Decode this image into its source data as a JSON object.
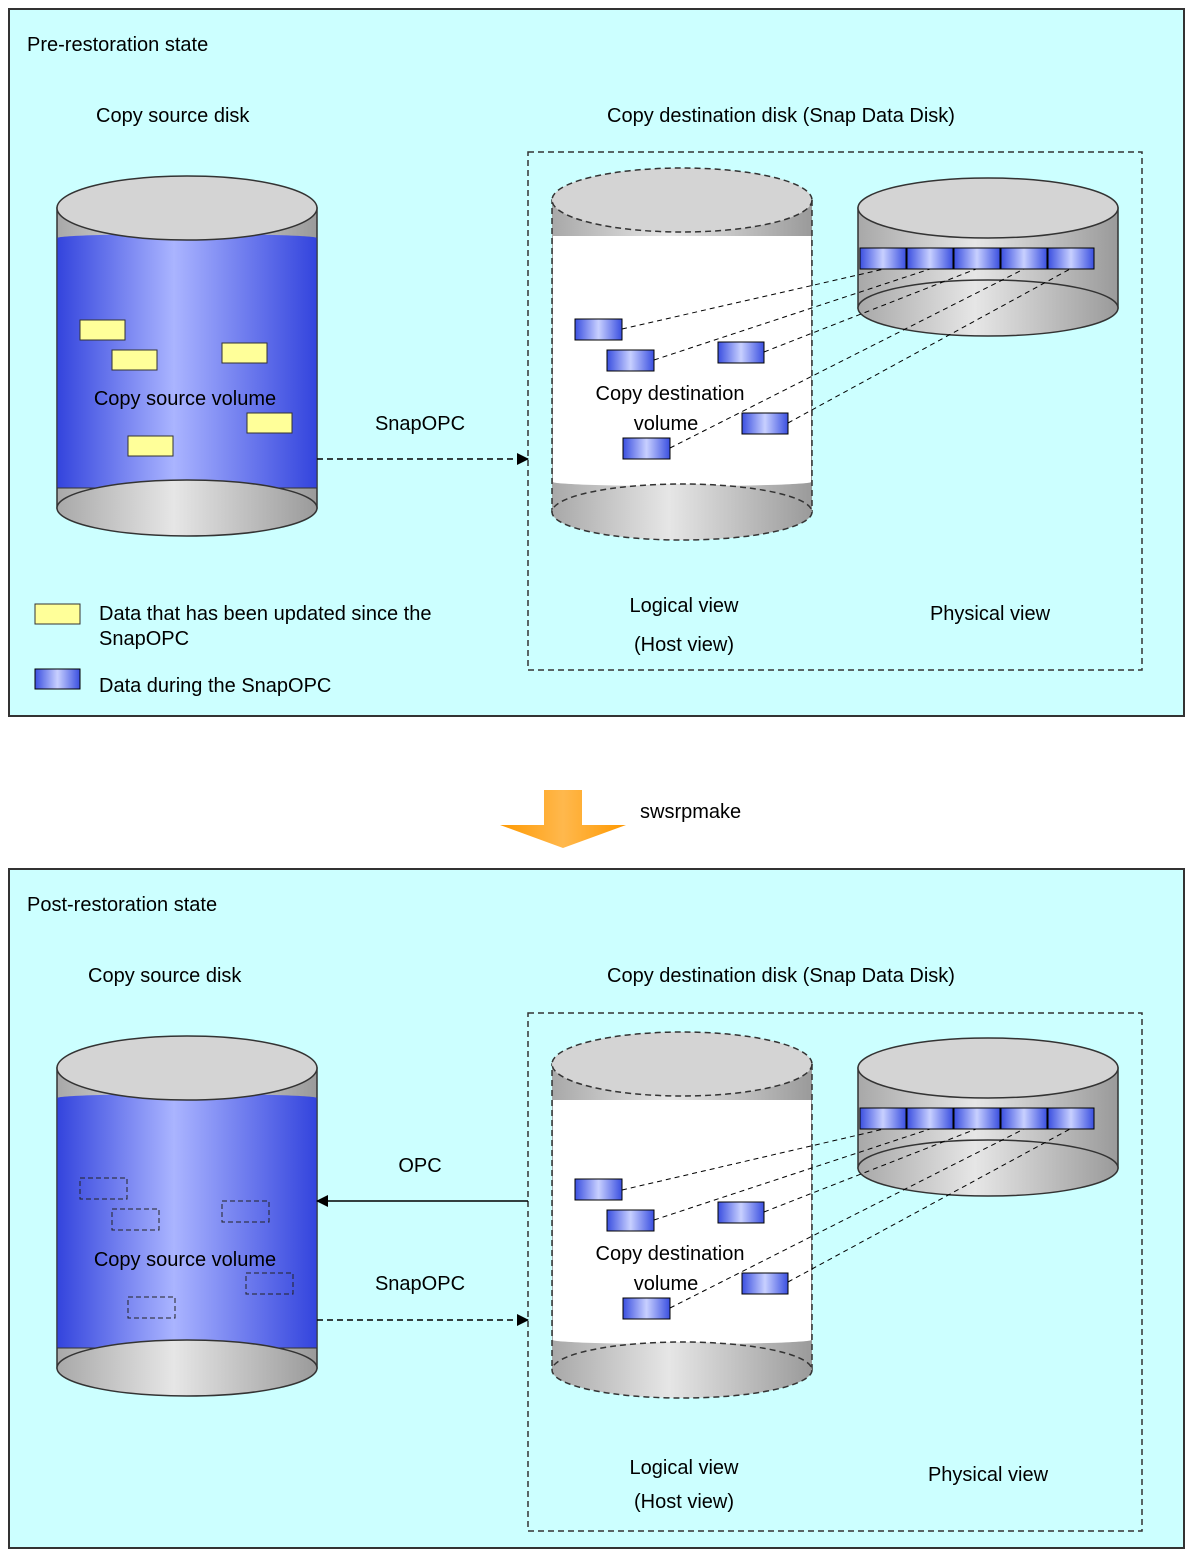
{
  "colors": {
    "panel_bg": "#ccffff",
    "panel_border": "#333333",
    "cylinder_gray": "#c0c0c0",
    "volume_blue": "#4a5ee6",
    "updated_block": "#ffff99",
    "snap_block": "#4f5fd8",
    "arrow_orange": "#ff9900"
  },
  "top_panel": {
    "title": "Pre-restoration state",
    "source_disk_label": "Copy source disk",
    "source_volume_label": "Copy source volume",
    "dest_disk_label": "Copy destination disk (Snap Data Disk)",
    "dest_volume_label_line1": "Copy destination",
    "dest_volume_label_line2": "volume",
    "snapopc_label": "SnapOPC",
    "logical_view_line1": "Logical view",
    "logical_view_line2": "(Host view)",
    "physical_view": "Physical view",
    "legend": {
      "updated_line1": "Data that has been updated since the",
      "updated_line2": "SnapOPC",
      "during": "Data during the SnapOPC"
    }
  },
  "transition": {
    "label": "swsrpmake",
    "icon": "down-arrow-icon"
  },
  "bottom_panel": {
    "title": "Post-restoration state",
    "source_disk_label": "Copy source disk",
    "source_volume_label": "Copy source volume",
    "dest_disk_label": "Copy destination disk (Snap Data Disk)",
    "dest_volume_label_line1": "Copy destination",
    "dest_volume_label_line2": "volume",
    "opc_label": "OPC",
    "snapopc_label": "SnapOPC",
    "logical_view_line1": "Logical view",
    "logical_view_line2": "(Host view)",
    "physical_view": "Physical view"
  }
}
